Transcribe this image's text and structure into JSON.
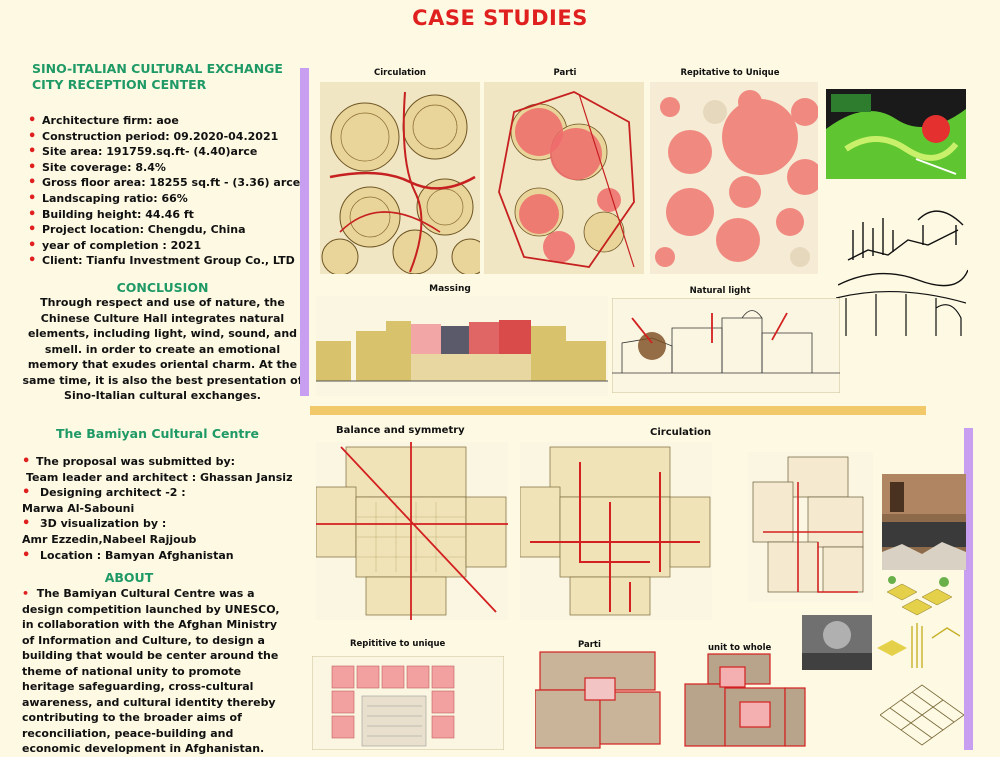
{
  "title": "CASE STUDIES",
  "case1": {
    "heading": "SINO-ITALIAN CULTURAL EXCHANGE CITY RECEPTION CENTER",
    "facts": [
      "Architecture firm: aoe",
      "Construction period: 09.2020-04.2021",
      "Site area: 191759.sq.ft- (4.40)arce",
      "Site coverage: 8.4%",
      "Gross floor area: 18255 sq.ft - (3.36) arce",
      "Landscaping ratio: 66%",
      "Building height: 44.46 ft",
      "Project location:  Chengdu, China",
      "year of completion : 2021",
      "Client: Tianfu Investment Group Co., LTD"
    ],
    "conclusion_heading": "CONCLUSION",
    "conclusion_text": "Through respect and use of nature, the Chinese Culture Hall integrates natural elements, including light, wind, sound, and smell. in order to create an emotional memory that exudes oriental charm. At the same time, it is also the best presentation of Sino-Italian cultural exchanges.",
    "captions": {
      "circulation": "Circulation",
      "parti": "Parti",
      "repetitive": "Repitative to Unique",
      "massing": "Massing",
      "natural_light": "Natural light"
    }
  },
  "case2": {
    "heading": "The Bamiyan Cultural Centre",
    "bullets": [
      {
        "label": "The proposal was submitted by:",
        "cont": "Team leader and architect : Ghassan Jansiz"
      },
      {
        "label": "Designing architect -2 :",
        "cont": "Marwa Al-Sabouni"
      },
      {
        "label": "3D visualization by  :",
        "cont": "Amr Ezzedin,Nabeel Rajjoub"
      },
      {
        "label": "Location :   Bamyan Afghanistan",
        "cont": ""
      }
    ],
    "about_heading": "ABOUT",
    "about_text": "The Bamiyan Cultural Centre was a design competition launched by UNESCO, in collaboration with the Afghan Ministry of Information and Culture, to design a building that would be center around the theme of national unity to promote heritage safeguarding, cross-cultural awareness, and cultural identity thereby contributing to the broader aims of reconciliation, peace-building and economic development in Afghanistan.",
    "captions": {
      "balance": "Balance and symmetry",
      "circulation": "Circulation",
      "repetitive": "Repititive to unique",
      "parti": "Parti",
      "unit": "unit to whole"
    }
  },
  "colors": {
    "title_red": "#e01f1f",
    "heading_green": "#1f9a66",
    "accent_purple": "#c79ef0",
    "divider_yellow": "#f2c96a",
    "background": "#fdf9e3"
  }
}
